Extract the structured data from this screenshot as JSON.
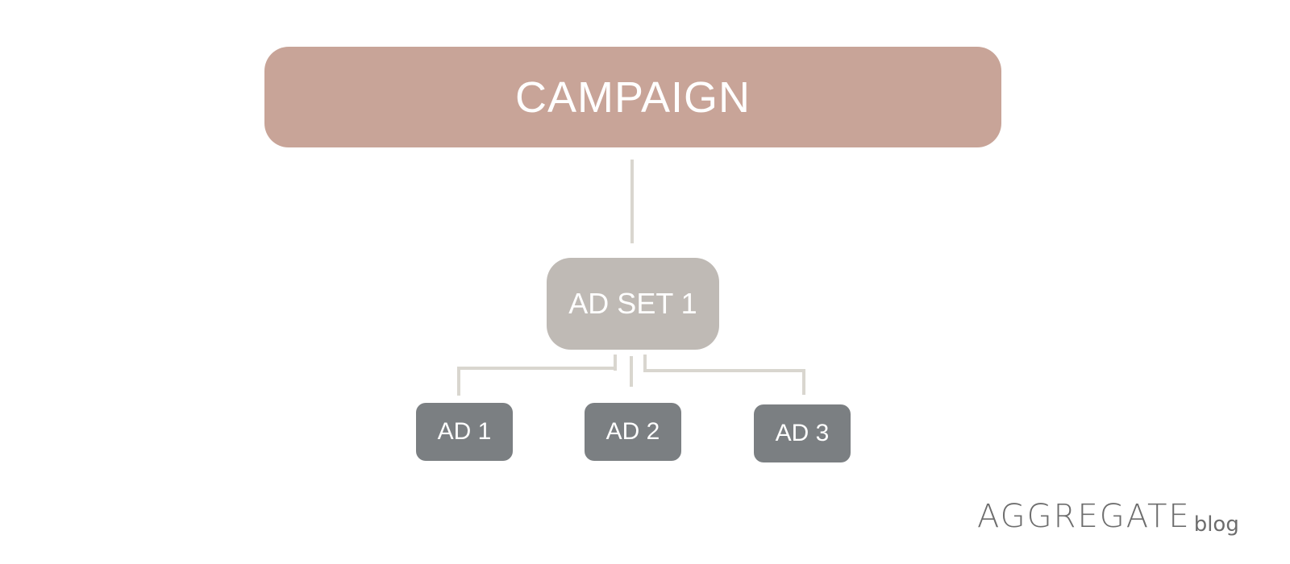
{
  "diagram": {
    "campaign": {
      "label": "CAMPAIGN",
      "color": "#c8a498"
    },
    "ad_set": {
      "label": "AD SET 1",
      "color": "#bfbab5"
    },
    "ads": [
      {
        "label": "AD 1",
        "color": "#7b7f82"
      },
      {
        "label": "AD 2",
        "color": "#7b7f82"
      },
      {
        "label": "AD 3",
        "color": "#7b7f82"
      }
    ],
    "connector_color": "#d9d6cf"
  },
  "logo": {
    "main": "AGGREGATE",
    "sub": "blog"
  }
}
